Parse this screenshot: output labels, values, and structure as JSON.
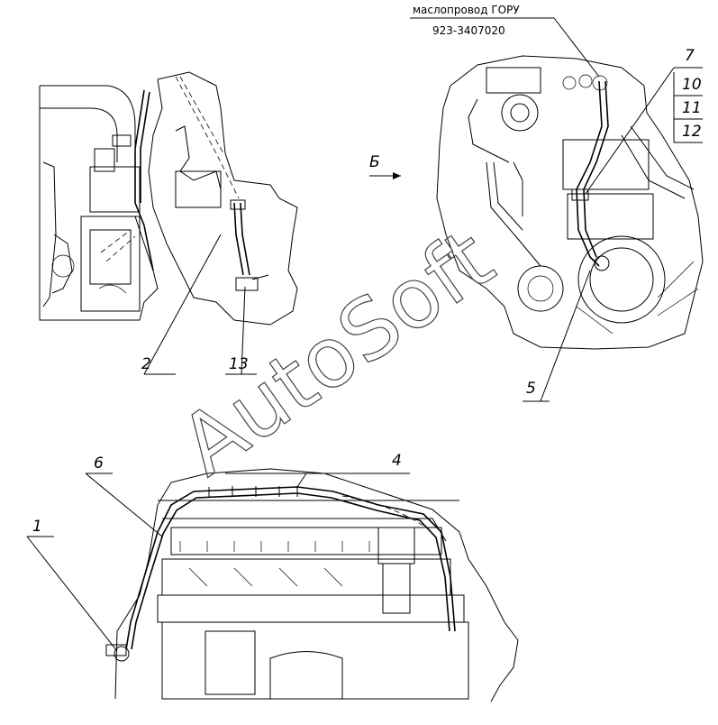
{
  "header_note": {
    "line1": "маслопровод ГОРУ",
    "line2": "923-3407020"
  },
  "view_label": "Б",
  "callouts": {
    "c1": "1",
    "c2": "2",
    "c4": "4",
    "c5": "5",
    "c6": "6",
    "c7": "7",
    "c10": "10",
    "c11": "11",
    "c12": "12",
    "c13": "13"
  },
  "watermark": "AutoSoft"
}
